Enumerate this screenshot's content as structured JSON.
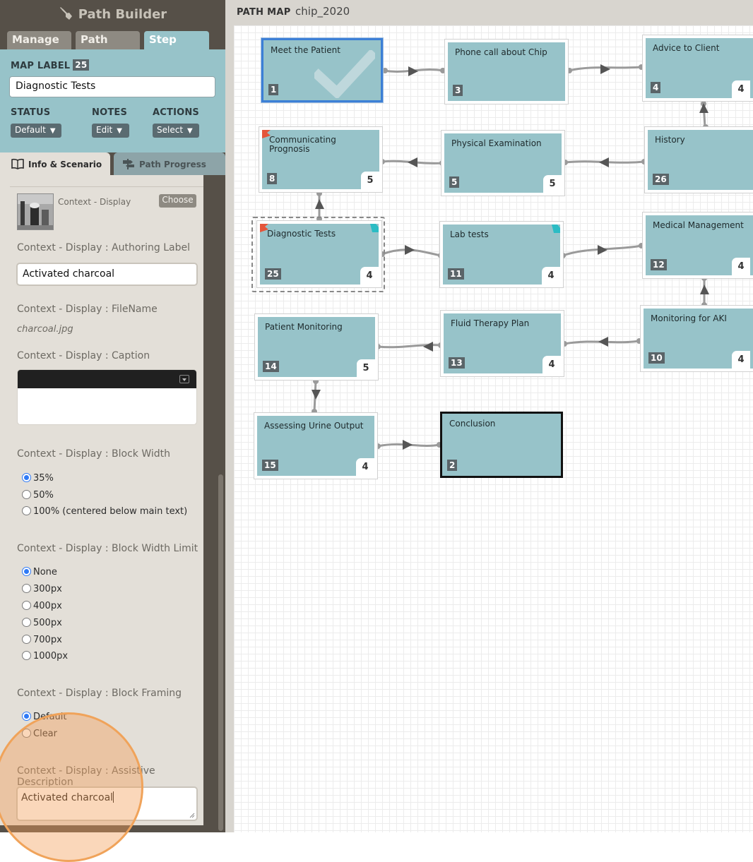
{
  "app": {
    "title": "Path Builder"
  },
  "main_tabs": [
    "Manage",
    "Path",
    "Step"
  ],
  "map_label": {
    "label": "MAP LABEL",
    "badge": "25",
    "value": "Diagnostic Tests"
  },
  "controls": {
    "status": {
      "label": "STATUS",
      "value": "Default"
    },
    "notes": {
      "label": "NOTES",
      "value": "Edit"
    },
    "actions": {
      "label": "ACTIONS",
      "value": "Select"
    }
  },
  "sub_tabs": [
    "Info & Scenario",
    "Path Progress"
  ],
  "form": {
    "display_label": "Context - Display",
    "choose_label": "Choose",
    "authoring_label": "Context - Display : Authoring Label",
    "authoring_value": "Activated charcoal",
    "filename_label": "Context - Display : FileName",
    "filename_value": "charcoal.jpg",
    "caption_label": "Context - Display : Caption",
    "block_width_label": "Context - Display : Block Width",
    "block_width_options": [
      "35%",
      "50%",
      "100% (centered below main text)"
    ],
    "block_width_limit_label": "Context - Display : Block Width Limit",
    "block_width_limit_options": [
      "None",
      "300px",
      "400px",
      "500px",
      "700px",
      "1000px"
    ],
    "block_framing_label": "Context - Display : Block Framing",
    "block_framing_options": [
      "Default",
      "Clear"
    ],
    "assistive_label": "Context - Display : Assistive Description",
    "assistive_value": "Activated charcoal"
  },
  "map": {
    "title_bold": "PATH MAP",
    "title_name": "chip_2020",
    "nodes": [
      {
        "label": "Meet the Patient",
        "id": "1",
        "count": ""
      },
      {
        "label": "Phone call about Chip",
        "id": "3",
        "count": ""
      },
      {
        "label": "Advice to Client",
        "id": "4",
        "count": "4"
      },
      {
        "label": "Communicating Prognosis",
        "id": "8",
        "count": "5"
      },
      {
        "label": "Physical Examination",
        "id": "5",
        "count": "5"
      },
      {
        "label": "History",
        "id": "26",
        "count": ""
      },
      {
        "label": "Diagnostic Tests",
        "id": "25",
        "count": "4"
      },
      {
        "label": "Lab tests",
        "id": "11",
        "count": "4"
      },
      {
        "label": "Medical Management",
        "id": "12",
        "count": "4"
      },
      {
        "label": "Patient Monitoring",
        "id": "14",
        "count": "5"
      },
      {
        "label": "Fluid Therapy Plan",
        "id": "13",
        "count": "4"
      },
      {
        "label": "Monitoring for AKI",
        "id": "10",
        "count": "4"
      },
      {
        "label": "Assessing Urine Output",
        "id": "15",
        "count": "4"
      },
      {
        "label": "Conclusion",
        "id": "2",
        "count": ""
      }
    ]
  },
  "colors": {
    "sidebar": "#565048",
    "panel": "#97c3c9",
    "node": "#97c3c9",
    "selected": "#3c7fd6",
    "flag_red": "#e4553a",
    "flag_teal": "#2bbcc4"
  }
}
